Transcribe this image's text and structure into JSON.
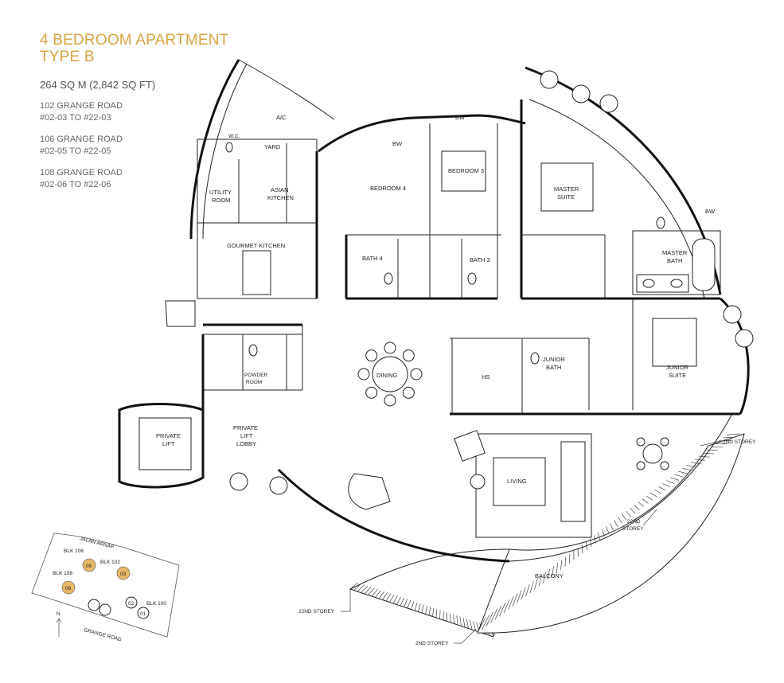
{
  "header": {
    "title_line1": "4 BEDROOM APARTMENT",
    "title_line2": "TYPE B",
    "area": "264 SQ M (2,842 SQ FT)",
    "addresses": [
      {
        "road": "102 GRANGE ROAD",
        "units": "#02-03 TO #22-03"
      },
      {
        "road": "106 GRANGE ROAD",
        "units": "#02-05 TO #22-05"
      },
      {
        "road": "108 GRANGE ROAD",
        "units": "#02-06 TO #22-06"
      }
    ]
  },
  "rooms": {
    "ac": "A/C",
    "bw1": "BW",
    "bw2": "BW",
    "bw3": "BW",
    "wc": "W.C.",
    "yard": "YARD",
    "utility_line1": "UTILITY",
    "utility_line2": "ROOM",
    "asian_kitchen_line1": "ASIAN",
    "asian_kitchen_line2": "KITCHEN",
    "gourmet_kitchen": "GOURMET KITCHEN",
    "bedroom4": "BEDROOM 4",
    "bedroom3": "BEDROOM 3",
    "bath4": "BATH 4",
    "bath3": "BATH 3",
    "master_suite_line1": "MASTER",
    "master_suite_line2": "SUITE",
    "master_bath_line1": "MASTER",
    "master_bath_line2": "BATH",
    "powder_room_line1": "POWDER",
    "powder_room_line2": "ROOM",
    "dining": "DINING",
    "hs": "HS",
    "junior_bath_line1": "JUNIOR",
    "junior_bath_line2": "BATH",
    "junior_suite_line1": "JUNIOR",
    "junior_suite_line2": "SUITE",
    "private_lift_line1": "PRIVATE",
    "private_lift_line2": "LIFT",
    "private_lift_lobby_line1": "PRIVATE",
    "private_lift_lobby_line2": "LIFT",
    "private_lift_lobby_line3": "LOBBY",
    "living": "LIVING",
    "balcony": "BALCONY"
  },
  "storey_labels": {
    "top_right_2nd": "2ND STOREY",
    "right_22nd_line1": "22ND",
    "right_22nd_line2": "STOREY",
    "bottom_22nd": "22ND STOREY",
    "bottom_2nd": "2ND STOREY"
  },
  "key_plan": {
    "jalan_arnap": "JALAN ARNAP",
    "grange_road": "GRANGE ROAD",
    "blocks": [
      {
        "name": "BLK 106",
        "unit": "05"
      },
      {
        "name": "BLK 102",
        "unit": "03"
      },
      {
        "name": "BLK 108",
        "unit": "06"
      },
      {
        "name": "BLK 100",
        "unit": "01"
      }
    ],
    "unit_02": "02",
    "north": "N",
    "highlight_color": "#e8b867"
  }
}
